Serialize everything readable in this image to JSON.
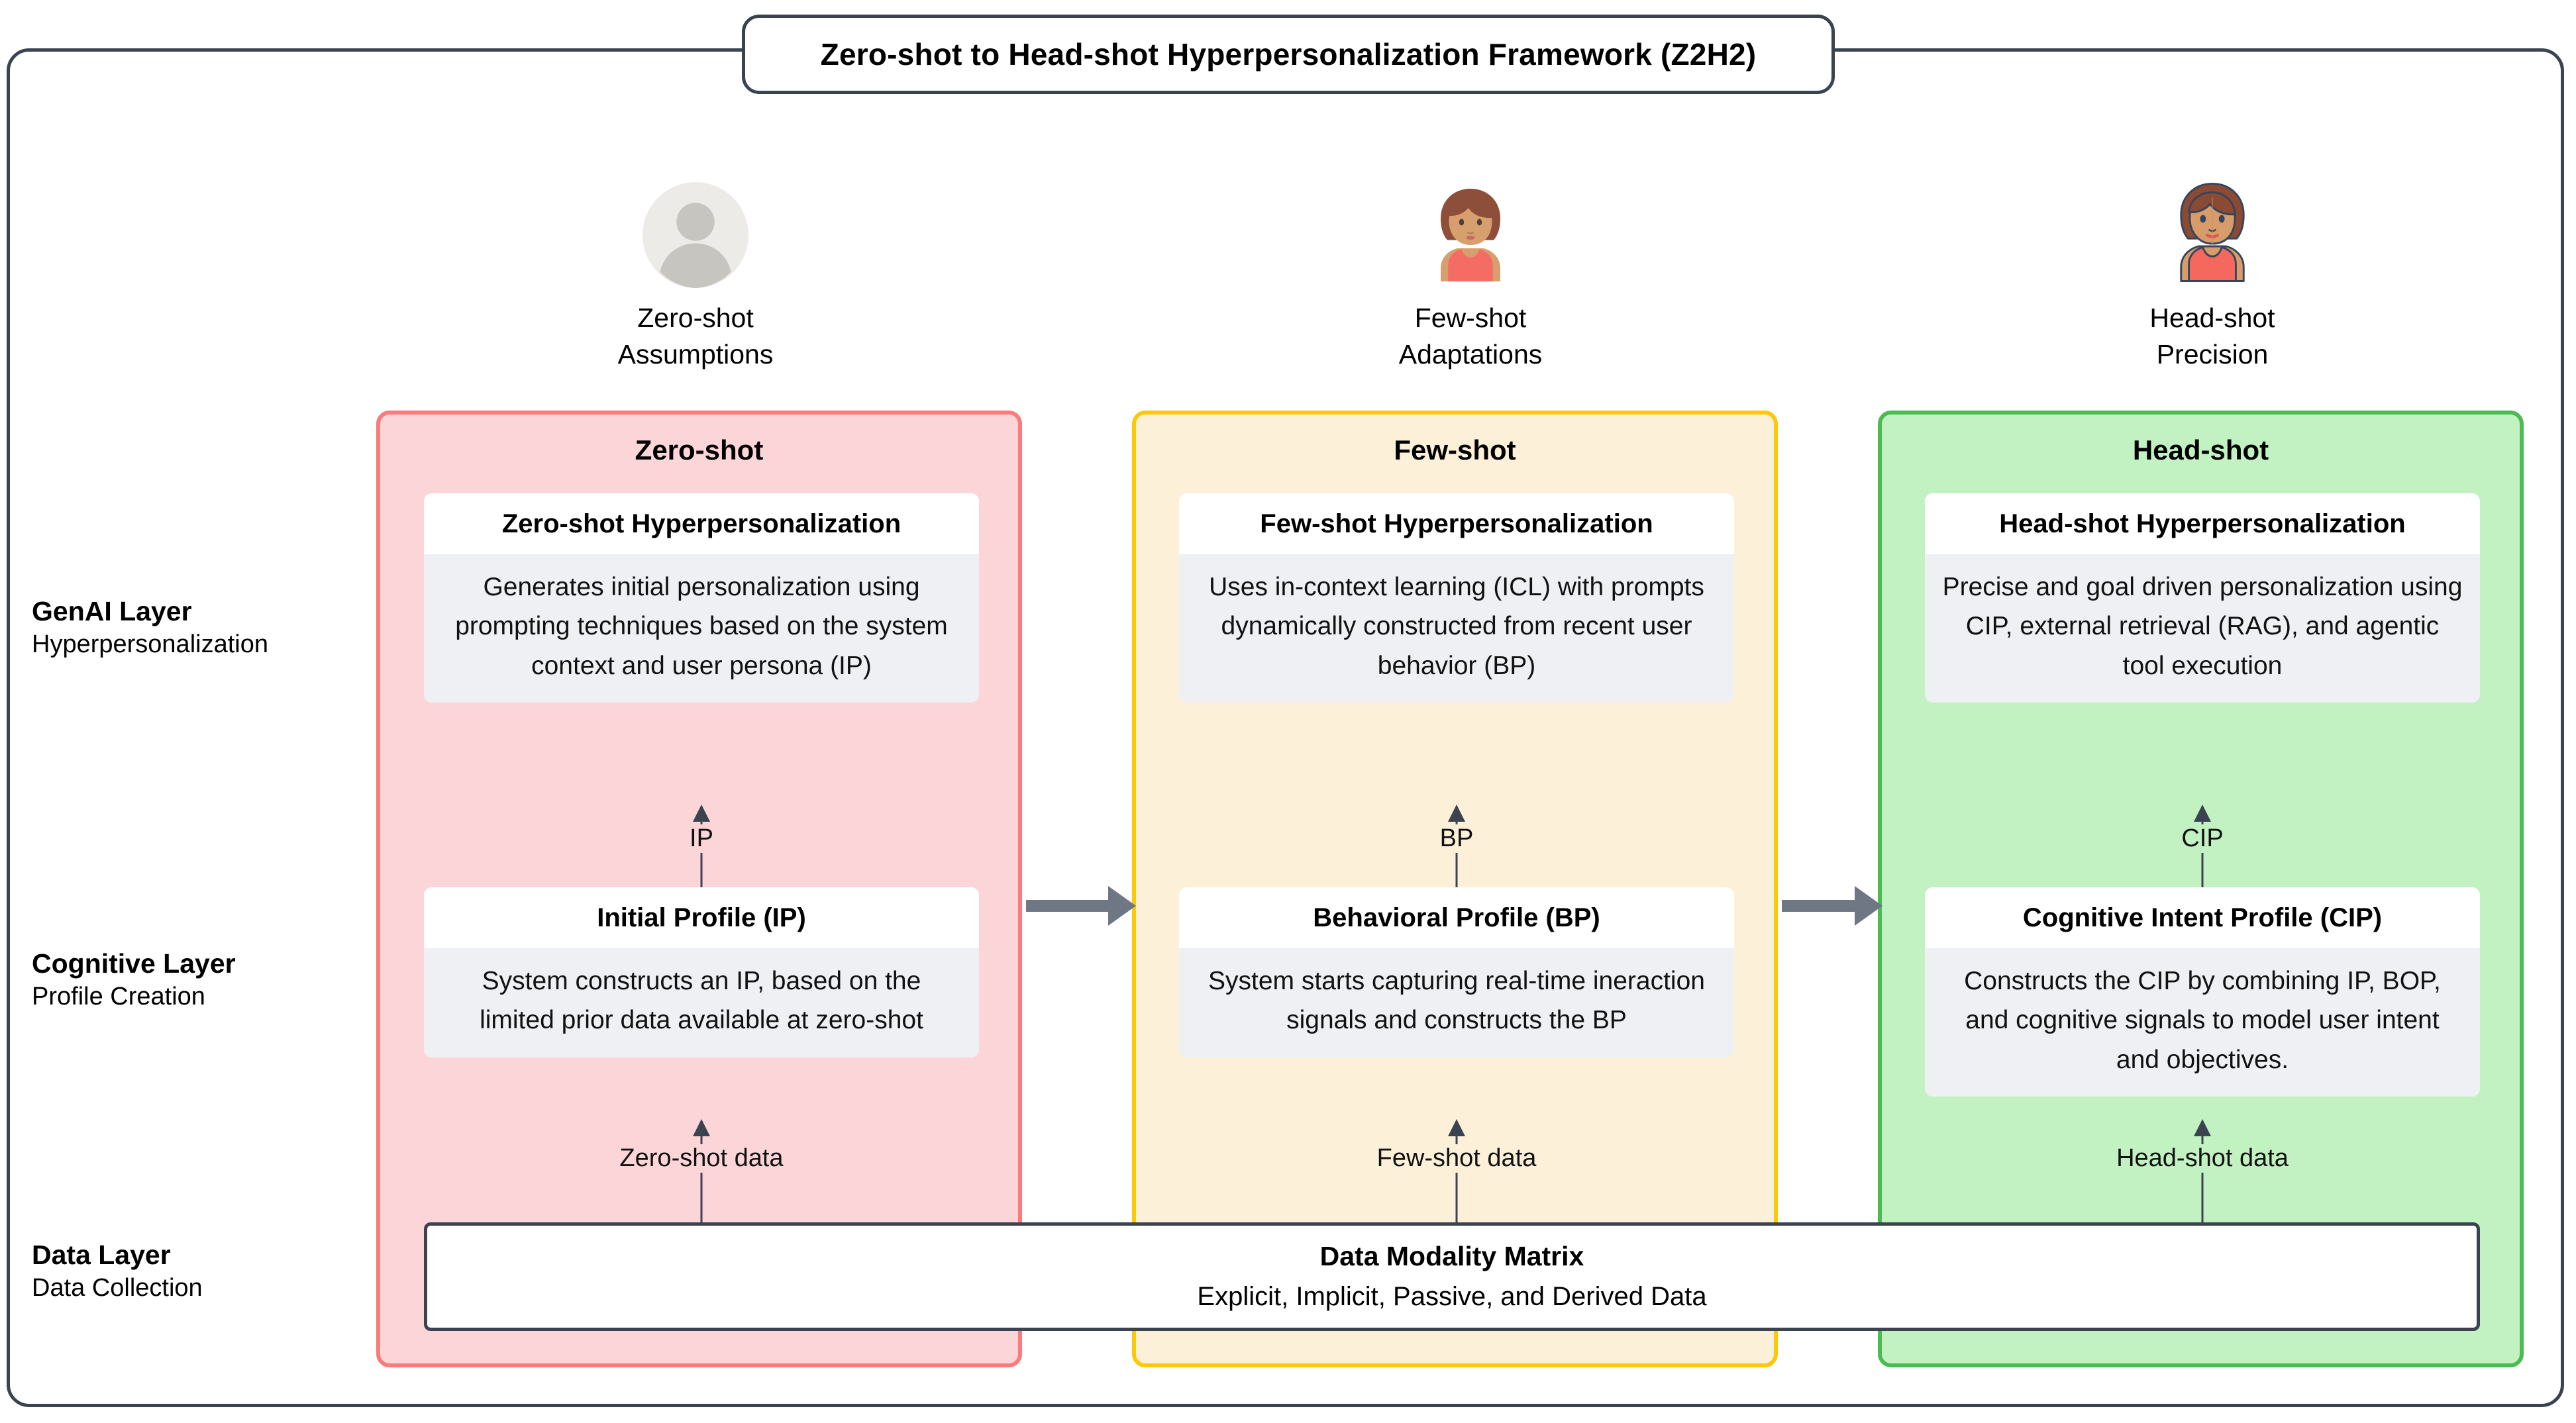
{
  "title": "Zero-shot to Head-shot Hyperpersonalization Framework (Z2H2)",
  "colors": {
    "frame_border": "#3b4350",
    "zero_fill": "#fbd5d7",
    "zero_border": "#fa7b7b",
    "few_fill": "#fdf0d9",
    "few_border": "#fbc80a",
    "head_fill": "#c2f2c2",
    "head_border": "#4cbb52",
    "card_body": "#eef0f4",
    "card_header": "#ffffff",
    "arrow": "#6f7785",
    "connector": "#3b4350"
  },
  "personas": [
    {
      "icon": "anonymous-user-avatar-icon",
      "line1": "Zero-shot",
      "line2": "Assumptions"
    },
    {
      "icon": "woman-curly-hair-emoji-icon",
      "line1": "Few-shot",
      "line2": "Adaptations"
    },
    {
      "icon": "woman-curly-hair-detailed-icon",
      "line1": "Head-shot",
      "line2": "Precision"
    }
  ],
  "layers": [
    {
      "name": "GenAI Layer",
      "subtitle": "Hyperpersonalization"
    },
    {
      "name": "Cognitive Layer",
      "subtitle": "Profile Creation"
    },
    {
      "name": "Data Layer",
      "subtitle": "Data Collection"
    }
  ],
  "stages": [
    {
      "title": "Zero-shot",
      "genai": {
        "header": "Zero-shot Hyperpersonalization",
        "body": "Generates initial personalization using prompting techniques based on the system context and user persona (IP)"
      },
      "cognitive": {
        "header": "Initial Profile (IP)",
        "body": "System constructs an IP, based on the limited prior data available at zero-shot"
      },
      "profile_edge_label": "IP",
      "data_edge_label": "Zero-shot data"
    },
    {
      "title": "Few-shot",
      "genai": {
        "header": "Few-shot Hyperpersonalization",
        "body": "Uses in-context learning (ICL) with prompts dynamically constructed from recent user behavior (BP)"
      },
      "cognitive": {
        "header": "Behavioral Profile (BP)",
        "body": "System starts capturing real-time ineraction signals and constructs the BP"
      },
      "profile_edge_label": "BP",
      "data_edge_label": "Few-shot data"
    },
    {
      "title": "Head-shot",
      "genai": {
        "header": "Head-shot Hyperpersonalization",
        "body": "Precise and goal driven personalization using CIP, external retrieval (RAG), and agentic tool execution"
      },
      "cognitive": {
        "header": "Cognitive Intent Profile (CIP)",
        "body": "Constructs the CIP by combining IP, BOP, and cognitive signals to model user intent and objectives."
      },
      "profile_edge_label": "CIP",
      "data_edge_label": "Head-shot data"
    }
  ],
  "data_modality": {
    "title": "Data Modality Matrix",
    "subtitle": "Explicit, Implicit, Passive, and Derived Data"
  }
}
